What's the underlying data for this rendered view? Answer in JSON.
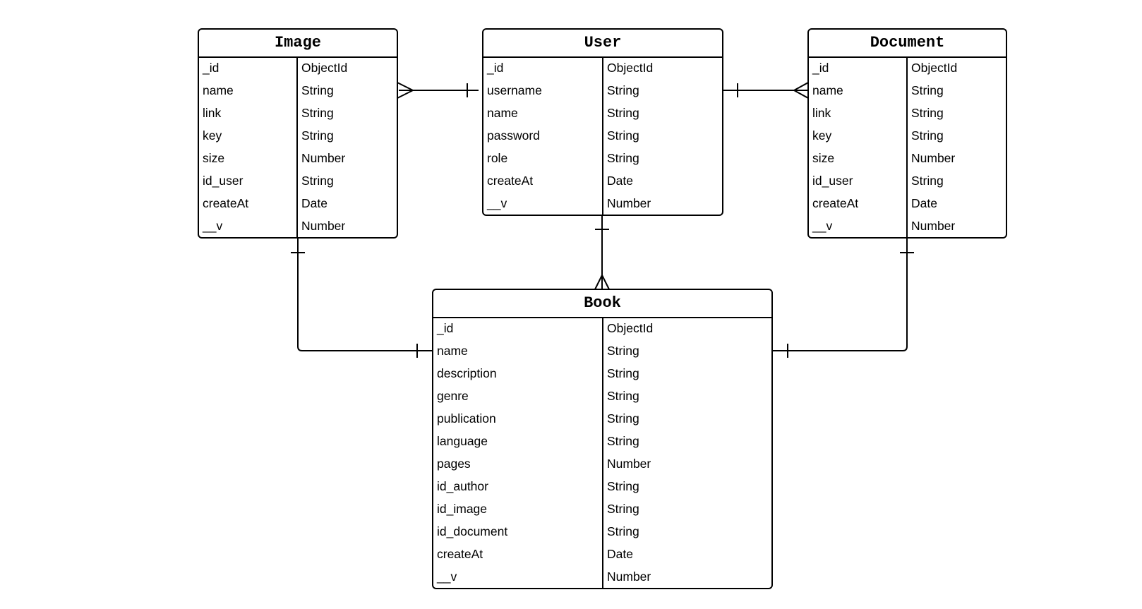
{
  "entities": {
    "image": {
      "title": "Image",
      "fields": [
        {
          "name": "_id",
          "type": "ObjectId"
        },
        {
          "name": "name",
          "type": "String"
        },
        {
          "name": "link",
          "type": "String"
        },
        {
          "name": "key",
          "type": "String"
        },
        {
          "name": "size",
          "type": "Number"
        },
        {
          "name": "id_user",
          "type": "String"
        },
        {
          "name": "createAt",
          "type": "Date"
        },
        {
          "name": "__v",
          "type": "Number"
        }
      ]
    },
    "user": {
      "title": "User",
      "fields": [
        {
          "name": "_id",
          "type": "ObjectId"
        },
        {
          "name": "username",
          "type": "String"
        },
        {
          "name": "name",
          "type": "String"
        },
        {
          "name": "password",
          "type": "String"
        },
        {
          "name": "role",
          "type": "String"
        },
        {
          "name": "createAt",
          "type": "Date"
        },
        {
          "name": "__v",
          "type": "Number"
        }
      ]
    },
    "document": {
      "title": "Document",
      "fields": [
        {
          "name": "_id",
          "type": "ObjectId"
        },
        {
          "name": "name",
          "type": "String"
        },
        {
          "name": "link",
          "type": "String"
        },
        {
          "name": "key",
          "type": "String"
        },
        {
          "name": "size",
          "type": "Number"
        },
        {
          "name": "id_user",
          "type": "String"
        },
        {
          "name": "createAt",
          "type": "Date"
        },
        {
          "name": "__v",
          "type": "Number"
        }
      ]
    },
    "book": {
      "title": "Book",
      "fields": [
        {
          "name": "_id",
          "type": "ObjectId"
        },
        {
          "name": "name",
          "type": "String"
        },
        {
          "name": "description",
          "type": "String"
        },
        {
          "name": "genre",
          "type": "String"
        },
        {
          "name": "publication",
          "type": "String"
        },
        {
          "name": "language",
          "type": "String"
        },
        {
          "name": "pages",
          "type": "Number"
        },
        {
          "name": "id_author",
          "type": "String"
        },
        {
          "name": "id_image",
          "type": "String"
        },
        {
          "name": "id_document",
          "type": "String"
        },
        {
          "name": "createAt",
          "type": "Date"
        },
        {
          "name": "__v",
          "type": "Number"
        }
      ]
    }
  },
  "relationships": [
    {
      "from": "user",
      "to": "image",
      "from_cardinality": "one",
      "to_cardinality": "many"
    },
    {
      "from": "user",
      "to": "document",
      "from_cardinality": "one",
      "to_cardinality": "many"
    },
    {
      "from": "user",
      "to": "book",
      "from_cardinality": "one",
      "to_cardinality": "many"
    },
    {
      "from": "image",
      "to": "book",
      "from_cardinality": "one",
      "to_cardinality": "one"
    },
    {
      "from": "document",
      "to": "book",
      "from_cardinality": "one",
      "to_cardinality": "one"
    }
  ]
}
